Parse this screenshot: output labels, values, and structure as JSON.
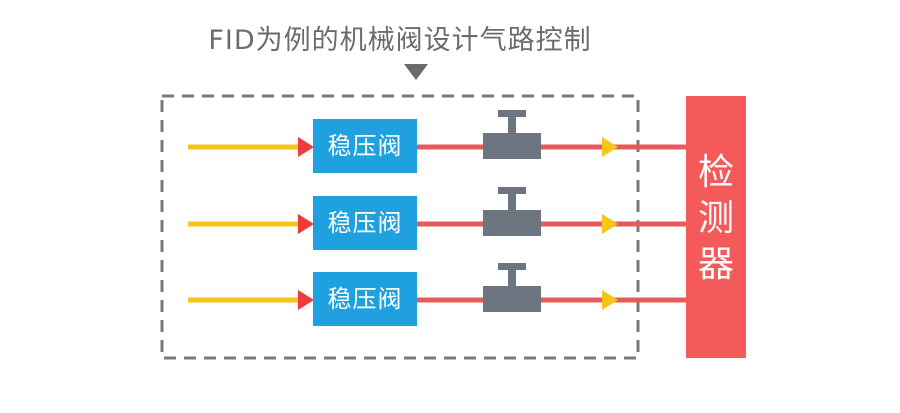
{
  "title": "FID为例的机械阀设计气路控制",
  "rows": [
    {
      "regulator_label": "稳压阀"
    },
    {
      "regulator_label": "稳压阀"
    },
    {
      "regulator_label": "稳压阀"
    }
  ],
  "detector": {
    "chars": [
      "检",
      "测",
      "器"
    ]
  },
  "colors": {
    "input_line": "#f5c518",
    "output_line": "#e85a5a",
    "regulator": "#1fa0df",
    "valve": "#6d7680",
    "detector": "#f55a5a",
    "dashed_box": "#7a7a7a",
    "title": "#6b6b6b"
  }
}
